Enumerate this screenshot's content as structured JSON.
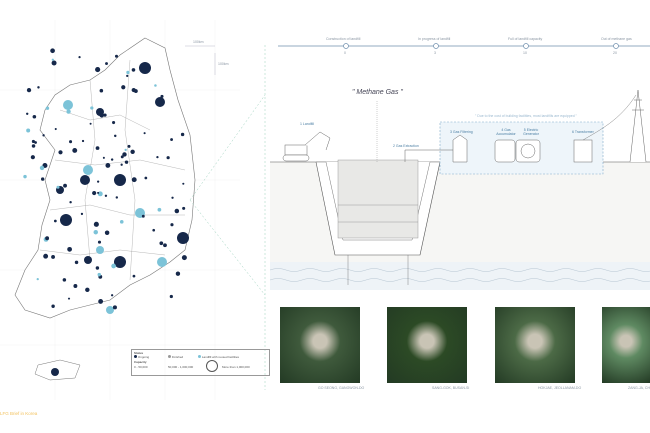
{
  "timeline": [
    {
      "label": "Construction of landfill",
      "year": "0"
    },
    {
      "label": "In progress of landfill",
      "year": "3"
    },
    {
      "label": "Full of landfill capacity",
      "year": "10"
    },
    {
      "label": "Out of methane gas",
      "year": "20"
    }
  ],
  "scale": {
    "h": "100km",
    "v": "100km"
  },
  "diagram": {
    "title": "\" Methane Gas \"",
    "landfill": "1 Landfill",
    "extraction": "2 Gas Extraction",
    "filtering": "3 Gas Filtering",
    "accumulator": "4 Gas Accumulator",
    "generator": "5 Electric Generator",
    "transformer": "6 Transformer",
    "note": "\" Due to the cost of building facilities, most landfills are equipped \""
  },
  "legend": {
    "status_title": "Status",
    "ongoing": "Ongoing",
    "finished": "Finished",
    "converted": "Landfill with reused facilities",
    "capacity_title": "Capacity",
    "cap_small": "0 - 50,000",
    "cap_mid": "50,000 - 1,000,000",
    "cap_large": "More than 1,000,000"
  },
  "photos": [
    {
      "caption": "GO SEONG, GANGWON-DO",
      "color": "#3f5a3c"
    },
    {
      "caption": "SANG-GOK, BUSAN-SI",
      "color": "#2c4a25"
    },
    {
      "caption": "HOKJAE, JEOLLANAM-DO",
      "color": "#4c6a46"
    },
    {
      "caption": "ZANG-JA, CH",
      "color": "#5f8a62"
    }
  ],
  "footer": "LFG Brief in Korea",
  "colors": {
    "navy": "#16284a",
    "cyan": "#7cc3d8",
    "line": "#6f8fae",
    "accent": "#f2c25e"
  }
}
